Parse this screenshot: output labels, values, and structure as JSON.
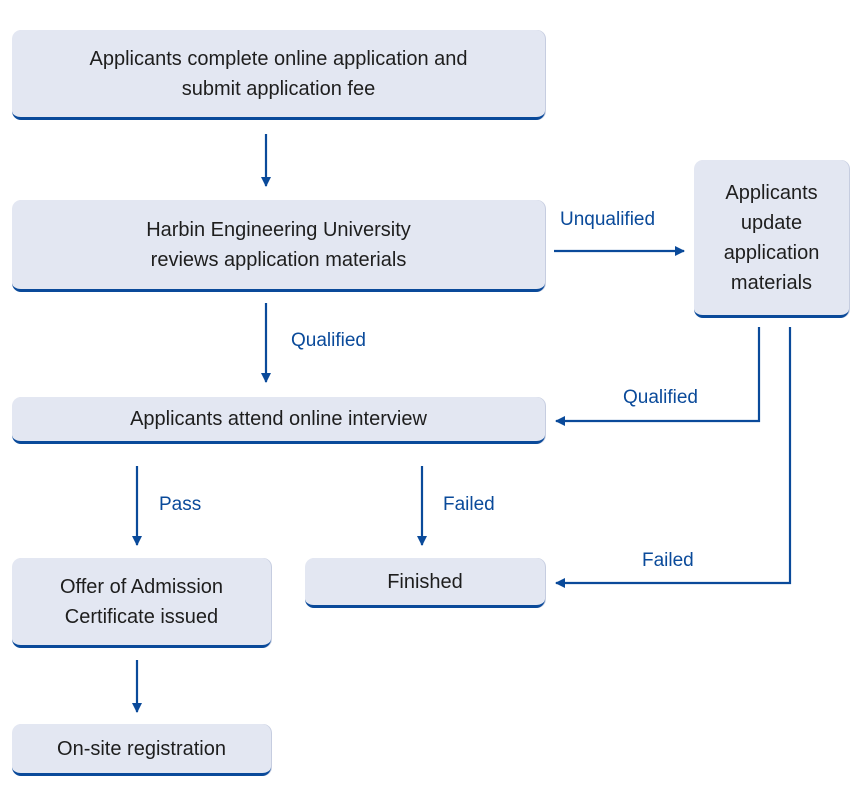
{
  "nodes": {
    "submit": {
      "lines": [
        "Applicants complete online application and",
        "submit application fee"
      ]
    },
    "review": {
      "lines": [
        "Harbin Engineering University",
        "reviews application materials"
      ]
    },
    "update": {
      "lines": [
        "Applicants",
        "update",
        "application",
        "materials"
      ]
    },
    "interview": {
      "lines": [
        "Applicants attend online interview"
      ]
    },
    "offer": {
      "lines": [
        "Offer of Admission",
        "Certificate issued"
      ]
    },
    "finished": {
      "lines": [
        "Finished"
      ]
    },
    "registration": {
      "lines": [
        "On-site registration"
      ]
    }
  },
  "edges": {
    "review_to_update": "Unqualified",
    "review_to_interview": "Qualified",
    "update_to_interview": "Qualified",
    "interview_to_offer": "Pass",
    "interview_to_finished": "Failed",
    "update_to_finished": "Failed"
  },
  "colors": {
    "box_fill": "#e3e7f2",
    "accent": "#0a4a9a",
    "text": "#1e1e1e"
  }
}
